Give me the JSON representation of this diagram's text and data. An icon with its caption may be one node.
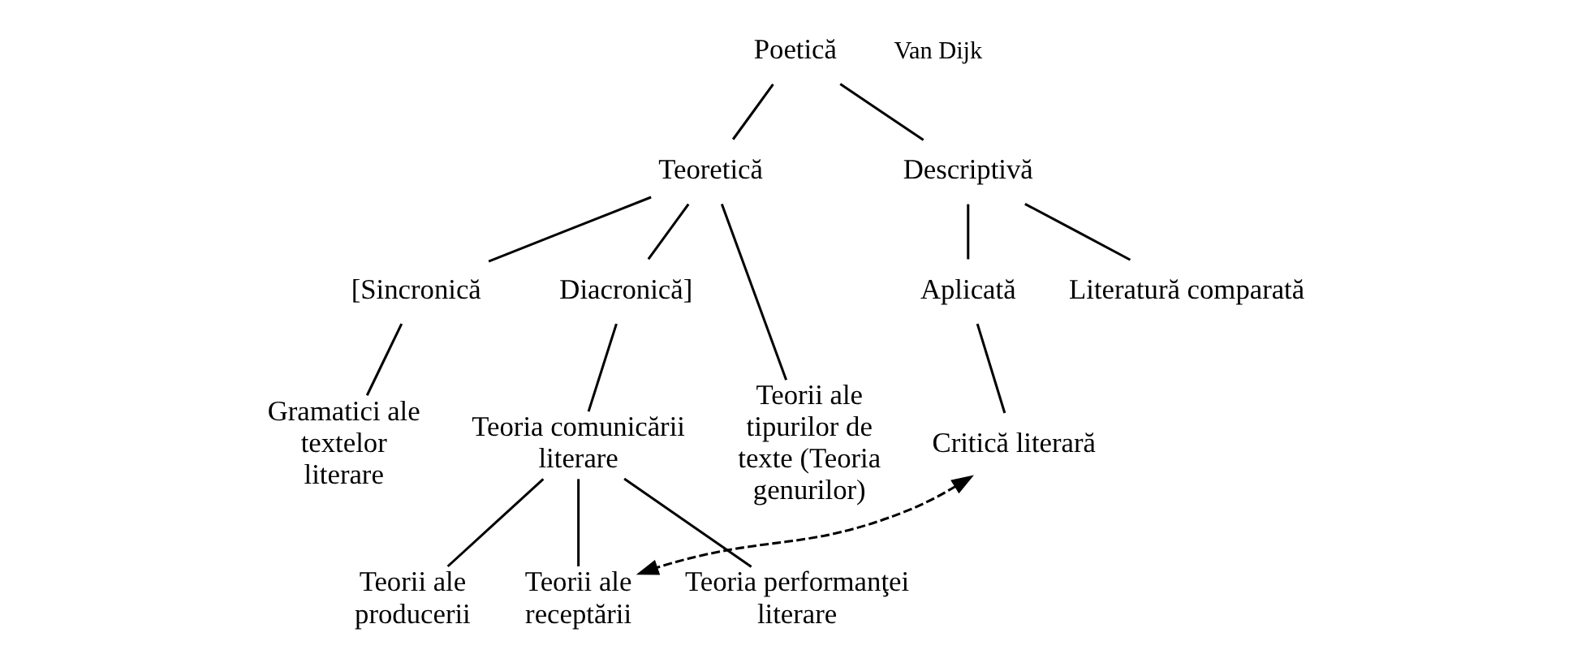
{
  "diagram": {
    "nodes": [
      {
        "text": [
          "Poetică"
        ]
      },
      {
        "text": [
          "Teoretică"
        ]
      },
      {
        "text": [
          "Descriptivă"
        ]
      },
      {
        "text": [
          "[Sincronică"
        ]
      },
      {
        "text": [
          "Diacronică]"
        ]
      },
      {
        "text": [
          "Aplicată"
        ]
      },
      {
        "text": [
          "Literatură comparată"
        ]
      },
      {
        "text": [
          "Gramatici ale textelor literare"
        ]
      },
      {
        "text": [
          "Teorii ale tipurilor de texte (Teoria genurilor)"
        ]
      },
      {
        "text": [
          "Teoria comunicării literare"
        ]
      },
      {
        "text": [
          "Critică literară"
        ]
      },
      {
        "text": [
          "Teorii ale producerii"
        ]
      },
      {
        "text": [
          "Teorii ale receptării"
        ]
      },
      {
        "text": [
          "Teoria performanţei literare"
        ]
      }
    ],
    "edges": [
      {
        "from": 0,
        "to": 1,
        "arrow": "none"
      },
      {
        "from": 0,
        "to": 2,
        "arrow": "none"
      },
      {
        "from": 1,
        "to": 3,
        "arrow": "none"
      },
      {
        "from": 1,
        "to": 8,
        "arrow": "none"
      },
      {
        "from": 1,
        "to": 4,
        "arrow": "none"
      },
      {
        "from": 2,
        "to": 5,
        "arrow": "none"
      },
      {
        "from": 2,
        "to": 6,
        "arrow": "none"
      },
      {
        "from": 3,
        "to": 7,
        "arrow": "none"
      },
      {
        "from": 4,
        "to": 9,
        "arrow": "none"
      },
      {
        "from": 5,
        "to": 10,
        "arrow": "none"
      },
      {
        "from": 9,
        "to": 11,
        "arrow": "none"
      },
      {
        "from": 9,
        "to": 12,
        "arrow": "none"
      },
      {
        "from": 9,
        "to": 13,
        "arrow": "none"
      },
      {
        "from": 10,
        "to": 12,
        "arrow": "both",
        "style": "dashed"
      }
    ],
    "labels": [
      "Van Dijk"
    ]
  }
}
